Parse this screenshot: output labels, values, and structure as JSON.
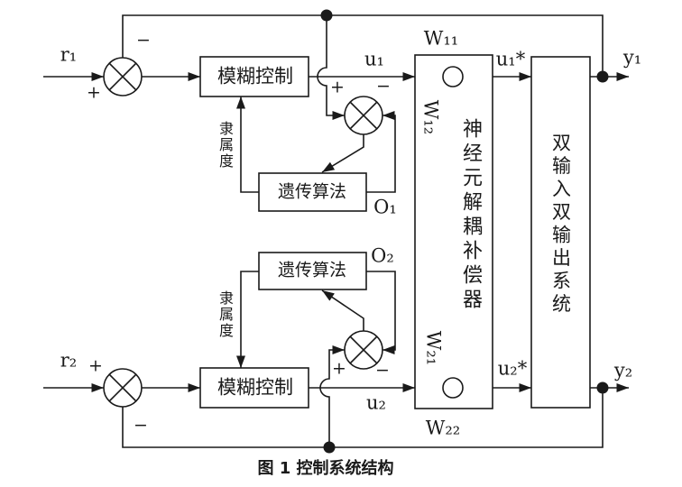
{
  "figure_caption": "图 1 控制系统结构",
  "blocks": {
    "fuzzy1": "模糊控制",
    "fuzzy2": "模糊控制",
    "genetic1": "遗传算法",
    "genetic2": "遗传算法",
    "compensator": "神经元解耦补偿器",
    "plant": "双输入双输出系统"
  },
  "signals": {
    "r1": "r₁",
    "r2": "r₂",
    "u1": "u₁",
    "u2": "u₂",
    "u1_star": "u₁*",
    "u2_star": "u₂*",
    "y1": "y₁",
    "y2": "y₂",
    "o1": "O₁",
    "o2": "O₂",
    "membership1": "隶属度",
    "membership2": "隶属度"
  },
  "weights": {
    "w11": "W₁₁",
    "w12": "W₁₂",
    "w21": "W₂₁",
    "w22": "W₂₂"
  },
  "signs": {
    "plus": "+",
    "minus": "−"
  },
  "colors": {
    "line": "#1a1a1a",
    "background": "#ffffff"
  }
}
